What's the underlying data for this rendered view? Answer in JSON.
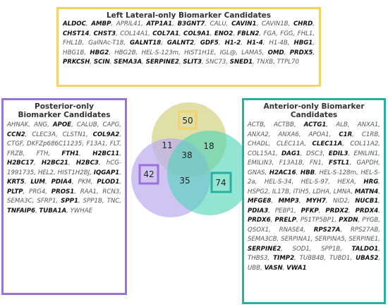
{
  "colors": {
    "left": "#f5d169",
    "posterior": "#9b72d6",
    "anterior": "#2aada2"
  },
  "left": {
    "title": "Left Lateral-only Biomarker Candidates",
    "genes": [
      {
        "t": "ALDOC",
        "b": true
      },
      {
        "t": "AMBP",
        "b": true
      },
      {
        "t": "APRIL41",
        "b": false
      },
      {
        "t": "ATP1A1",
        "b": true
      },
      {
        "t": "B3GNT7",
        "b": true
      },
      {
        "t": "CALU",
        "b": false
      },
      {
        "t": "CAVIN1",
        "b": true
      },
      {
        "t": "CAVIN1B",
        "b": false
      },
      {
        "t": "CHRD",
        "b": true
      },
      {
        "t": "CHST14",
        "b": true
      },
      {
        "t": "CHST3",
        "b": true
      },
      {
        "t": "COL14A1",
        "b": false
      },
      {
        "t": "COL7A1",
        "b": true
      },
      {
        "t": "COL9A1",
        "b": true
      },
      {
        "t": "ENO2",
        "b": true
      },
      {
        "t": "FBLN2",
        "b": true
      },
      {
        "t": "FGA",
        "b": false
      },
      {
        "t": "FGG",
        "b": false
      },
      {
        "t": "FHL1",
        "b": false
      },
      {
        "t": "FHL1B",
        "b": false
      },
      {
        "t": "GalNAc-T18",
        "b": false
      },
      {
        "t": "GALNT18",
        "b": true
      },
      {
        "t": "GALNT2",
        "b": true
      },
      {
        "t": "GDF5",
        "b": true
      },
      {
        "t": "H1-2",
        "b": true
      },
      {
        "t": "H1-4",
        "b": true
      },
      {
        "t": "H1-4B",
        "b": false
      },
      {
        "t": "HBG1",
        "b": true
      },
      {
        "t": "HBG1B",
        "b": false
      },
      {
        "t": "HBG2",
        "b": true
      },
      {
        "t": "HBG2B",
        "b": false
      },
      {
        "t": "HEL-S-123m",
        "b": false
      },
      {
        "t": "HIST1H1E",
        "b": false
      },
      {
        "t": "IGL@",
        "b": false
      },
      {
        "t": "LAMA5",
        "b": false
      },
      {
        "t": "OMD",
        "b": true
      },
      {
        "t": "PRDX5",
        "b": true
      },
      {
        "t": "PRKCSH",
        "b": true
      },
      {
        "t": "SCIN",
        "b": true
      },
      {
        "t": "SEMA3A",
        "b": true
      },
      {
        "t": "SERPINE2",
        "b": true
      },
      {
        "t": "SLIT3",
        "b": true
      },
      {
        "t": "SNC73",
        "b": false
      },
      {
        "t": "SNED1",
        "b": true
      },
      {
        "t": "TNXB",
        "b": false
      },
      {
        "t": "TTPL70",
        "b": false
      }
    ]
  },
  "posterior": {
    "title": "Posterior-only Biomarker Candidates",
    "genes": [
      {
        "t": "AHNAK",
        "b": false
      },
      {
        "t": "ANG",
        "b": false
      },
      {
        "t": "APOE",
        "b": true
      },
      {
        "t": "CALUB",
        "b": false
      },
      {
        "t": "CAPG",
        "b": false
      },
      {
        "t": "CCN2",
        "b": true
      },
      {
        "t": "CLEC3A",
        "b": false
      },
      {
        "t": "CLSTN1",
        "b": false
      },
      {
        "t": "COL9A2",
        "b": true
      },
      {
        "t": "CTGF",
        "b": false
      },
      {
        "t": "DKFZp686C11235",
        "b": false
      },
      {
        "t": "F13A1",
        "b": false
      },
      {
        "t": "FLT",
        "b": false
      },
      {
        "t": "FRZB",
        "b": false
      },
      {
        "t": "FTH",
        "b": false
      },
      {
        "t": "FTH1",
        "b": true
      },
      {
        "t": "H2BC11",
        "b": true
      },
      {
        "t": "H2BC17",
        "b": true
      },
      {
        "t": "H2BC21",
        "b": true
      },
      {
        "t": "H2BC3",
        "b": true
      },
      {
        "t": "hCG-1991735",
        "b": false
      },
      {
        "t": "HEL2",
        "b": false
      },
      {
        "t": "HIST1H2BJ",
        "b": false
      },
      {
        "t": "IQGAP1",
        "b": true
      },
      {
        "t": "KRT5",
        "b": true
      },
      {
        "t": "LUM",
        "b": true
      },
      {
        "t": "PDIA4",
        "b": true
      },
      {
        "t": "PKM",
        "b": false
      },
      {
        "t": "PLOD1",
        "b": true
      },
      {
        "t": "PLTP",
        "b": true
      },
      {
        "t": "PRG4",
        "b": false
      },
      {
        "t": "PROS1",
        "b": true
      },
      {
        "t": "RAA1",
        "b": false
      },
      {
        "t": "RCN3",
        "b": false
      },
      {
        "t": "SEMA3C",
        "b": false
      },
      {
        "t": "SFRP1",
        "b": false
      },
      {
        "t": "SPP1",
        "b": true
      },
      {
        "t": "SPP1B",
        "b": false
      },
      {
        "t": "TNC",
        "b": false
      },
      {
        "t": "TNFAIP6",
        "b": true
      },
      {
        "t": "TUBA1A",
        "b": true
      },
      {
        "t": "YWHAE",
        "b": false
      }
    ]
  },
  "anterior": {
    "title": "Anterior-only Biomarker Candidates",
    "genes": [
      {
        "t": "ACTB",
        "b": false
      },
      {
        "t": "ACTBB",
        "b": false
      },
      {
        "t": "ACTG1",
        "b": true
      },
      {
        "t": "ALB",
        "b": false
      },
      {
        "t": "ANXA1",
        "b": false
      },
      {
        "t": "ANXA2",
        "b": false
      },
      {
        "t": "ANXA6",
        "b": false
      },
      {
        "t": "APOA1",
        "b": false
      },
      {
        "t": "C1R",
        "b": true
      },
      {
        "t": "C1RB",
        "b": false
      },
      {
        "t": "CHADL",
        "b": false
      },
      {
        "t": "CLEC11A",
        "b": false
      },
      {
        "t": "CLEC11A",
        "b": true
      },
      {
        "t": "COL11A2",
        "b": false
      },
      {
        "t": "COL15A1",
        "b": false
      },
      {
        "t": "DAG1",
        "b": true
      },
      {
        "t": "DSC3",
        "b": false
      },
      {
        "t": "EDIL3",
        "b": true
      },
      {
        "t": "EMILIN1",
        "b": false
      },
      {
        "t": "EMILIN3",
        "b": false
      },
      {
        "t": "F13A1B",
        "b": false
      },
      {
        "t": "FN1",
        "b": false
      },
      {
        "t": "FSTL1",
        "b": true
      },
      {
        "t": "GAPDH",
        "b": false
      },
      {
        "t": "GNAS",
        "b": false
      },
      {
        "t": "H2AC16",
        "b": true
      },
      {
        "t": "HBB",
        "b": true
      },
      {
        "t": "HEL-S-128m",
        "b": false
      },
      {
        "t": "HEL-S-2a",
        "b": false
      },
      {
        "t": "HEL-S-34",
        "b": false
      },
      {
        "t": "HEL-S-97",
        "b": false
      },
      {
        "t": "HEXA",
        "b": false
      },
      {
        "t": "HRG",
        "b": true
      },
      {
        "t": "HSPG2",
        "b": false
      },
      {
        "t": "IL17B",
        "b": false
      },
      {
        "t": "ITIH5",
        "b": false
      },
      {
        "t": "LDHA",
        "b": false
      },
      {
        "t": "LMNA",
        "b": false
      },
      {
        "t": "MATN4",
        "b": true
      },
      {
        "t": "MFGE8",
        "b": true
      },
      {
        "t": "MMP3",
        "b": true
      },
      {
        "t": "MYH7",
        "b": true
      },
      {
        "t": "NID2",
        "b": false
      },
      {
        "t": "NUCB1",
        "b": true
      },
      {
        "t": "PDIA3",
        "b": true
      },
      {
        "t": "PEBP1",
        "b": false
      },
      {
        "t": "PFKP",
        "b": true
      },
      {
        "t": "PRDX2",
        "b": true
      },
      {
        "t": "PRDX4",
        "b": true
      },
      {
        "t": "PRDX6",
        "b": true
      },
      {
        "t": "PRELP",
        "b": true
      },
      {
        "t": "PS1TP5BP1",
        "b": false
      },
      {
        "t": "PXDN",
        "b": true
      },
      {
        "t": "PYGB",
        "b": false
      },
      {
        "t": "QSOX1",
        "b": false
      },
      {
        "t": "RNASE4",
        "b": false
      },
      {
        "t": "RPS27A",
        "b": true
      },
      {
        "t": "RPS27AB",
        "b": false
      },
      {
        "t": "SEMA3CB",
        "b": false
      },
      {
        "t": "SERPINA1",
        "b": false
      },
      {
        "t": "SERPINA5",
        "b": false
      },
      {
        "t": "SERPINE1",
        "b": false
      },
      {
        "t": "SERPINE2",
        "b": true
      },
      {
        "t": "SOD1",
        "b": false
      },
      {
        "t": "SPP1B",
        "b": false
      },
      {
        "t": "TALDO1",
        "b": true
      },
      {
        "t": "THBS3",
        "b": false
      },
      {
        "t": "TIMP2",
        "b": true
      },
      {
        "t": "TUBB4B",
        "b": false
      },
      {
        "t": "TUBD1",
        "b": false
      },
      {
        "t": "UBA52",
        "b": true
      },
      {
        "t": "UBB",
        "b": false
      },
      {
        "t": "VASN",
        "b": true
      },
      {
        "t": "VWA1",
        "b": true
      }
    ]
  },
  "venn": {
    "left_only": "50",
    "posterior_only": "42",
    "anterior_only": "74",
    "left_posterior": "11",
    "left_anterior": "18",
    "all_three": "38",
    "posterior_anterior": "35"
  }
}
